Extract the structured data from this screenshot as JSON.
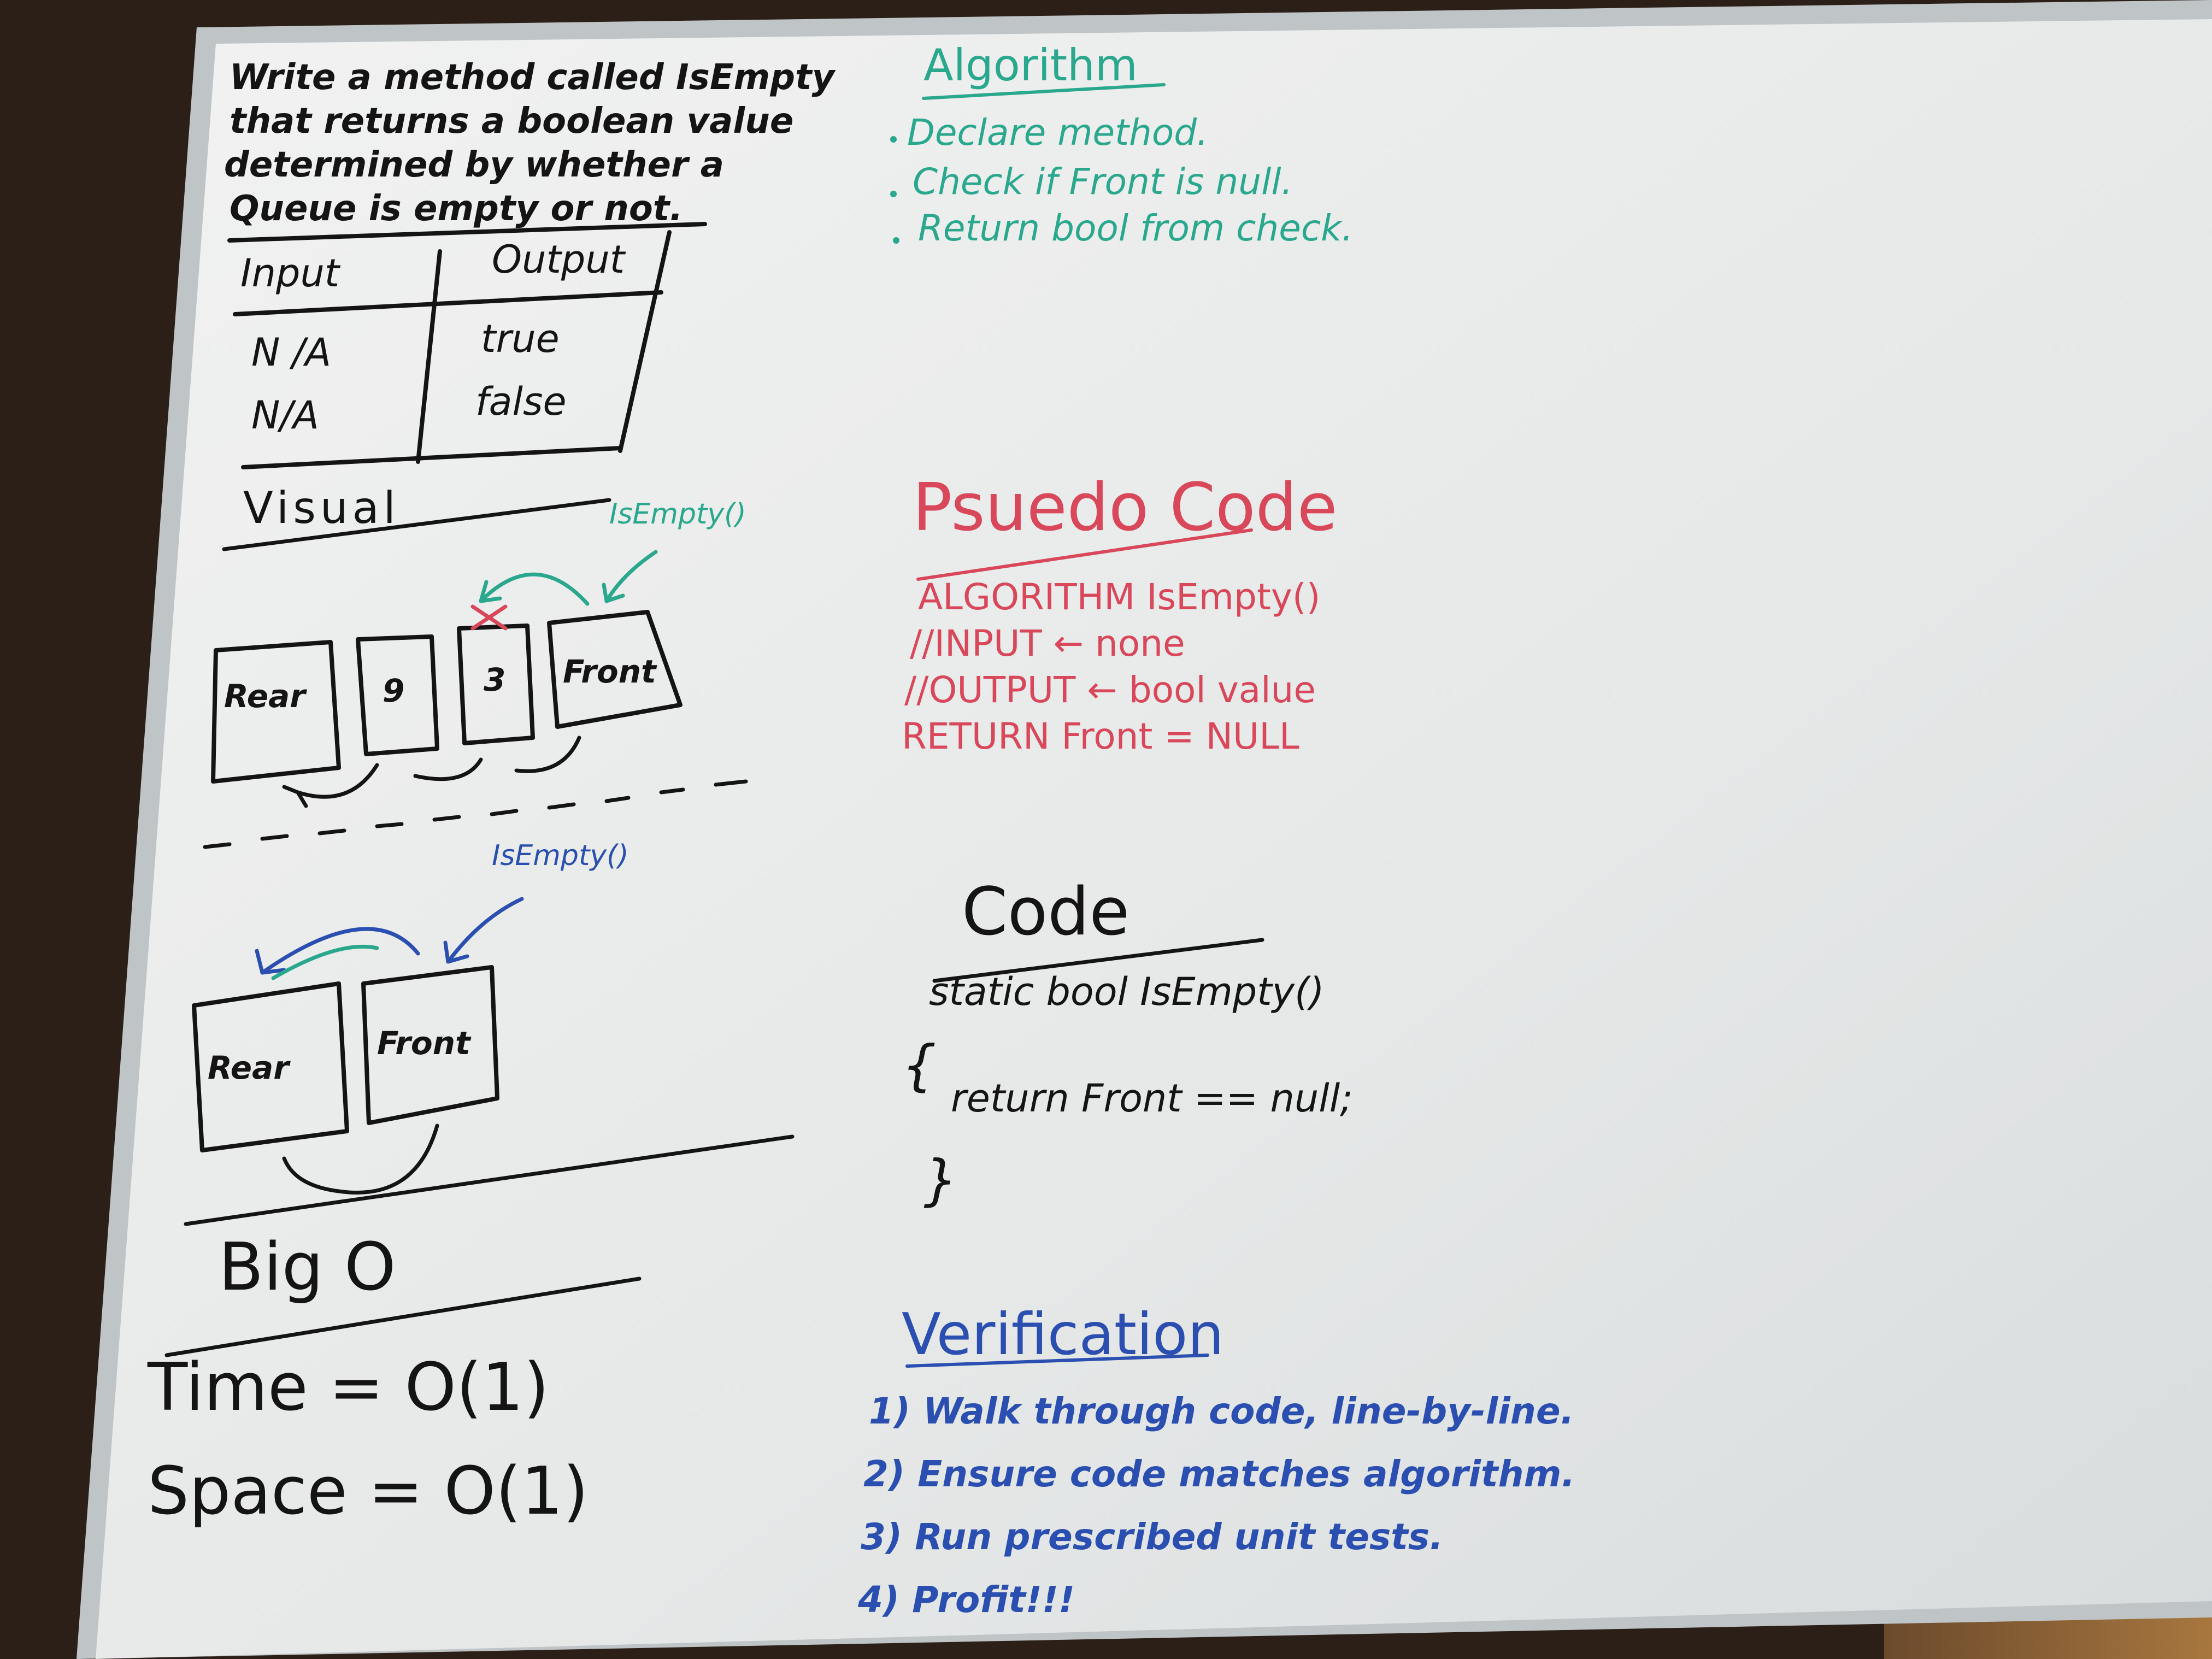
{
  "problem": {
    "lines": [
      "Write a method called IsEmpty",
      "that returns a boolean value",
      "determined by whether a",
      "Queue is empty or not."
    ]
  },
  "io_table": {
    "headers": [
      "Input",
      "Output"
    ],
    "rows": [
      [
        "N /A",
        "true"
      ],
      [
        "N/A",
        "false"
      ]
    ]
  },
  "visual": {
    "heading": "Visual",
    "diagram1": {
      "call_label": "IsEmpty()",
      "nodes": [
        "Rear",
        "9",
        "3",
        "Front"
      ]
    },
    "diagram2": {
      "call_label": "IsEmpty()",
      "nodes": [
        "Rear",
        "Front"
      ]
    }
  },
  "big_o": {
    "heading": "Big O",
    "time": "Time = O(1)",
    "space": "Space = O(1)"
  },
  "algorithm": {
    "heading": "Algorithm",
    "steps": [
      "Declare method.",
      "Check if Front is null.",
      "Return bool from check."
    ]
  },
  "pseudo_code": {
    "heading": "Psuedo Code",
    "lines": [
      "ALGORITHM IsEmpty()",
      "//INPUT ← none",
      "//OUTPUT ← bool value",
      "RETURN Front = NULL"
    ]
  },
  "code": {
    "heading": "Code",
    "lines": [
      "static bool IsEmpty()",
      "{",
      "return Front == null;",
      "}"
    ]
  },
  "verification": {
    "heading": "Verification",
    "steps": [
      "1) Walk through code, line-by-line.",
      "2) Ensure code matches algorithm.",
      "3) Run prescribed unit tests.",
      "4) Profit!!!"
    ]
  },
  "colors": {
    "board": "#e9ebea",
    "frame": "#c9cdd0",
    "black_ink": "#141414",
    "teal_ink": "#2aa88e",
    "red_ink": "#d9475a",
    "blue_ink": "#2a4fb0"
  }
}
